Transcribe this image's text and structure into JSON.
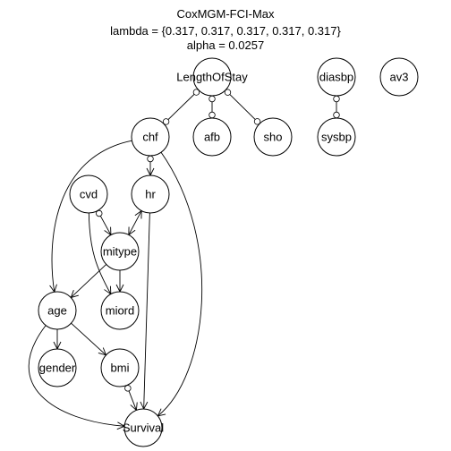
{
  "title": {
    "line1": "CoxMGM-FCI-Max",
    "line2": "lambda = {0.317, 0.317, 0.317, 0.317, 0.317}",
    "line3": "alpha = 0.0257"
  },
  "nodes": [
    {
      "id": "LengthOfStay",
      "label": "LengthOfStay"
    },
    {
      "id": "diasbp",
      "label": "diasbp"
    },
    {
      "id": "av3",
      "label": "av3"
    },
    {
      "id": "chf",
      "label": "chf"
    },
    {
      "id": "afb",
      "label": "afb"
    },
    {
      "id": "sho",
      "label": "sho"
    },
    {
      "id": "sysbp",
      "label": "sysbp"
    },
    {
      "id": "cvd",
      "label": "cvd"
    },
    {
      "id": "hr",
      "label": "hr"
    },
    {
      "id": "mitype",
      "label": "mitype"
    },
    {
      "id": "age",
      "label": "age"
    },
    {
      "id": "miord",
      "label": "miord"
    },
    {
      "id": "gender",
      "label": "gender"
    },
    {
      "id": "bmi",
      "label": "bmi"
    },
    {
      "id": "Survival",
      "label": "Survival"
    }
  ],
  "edges": [
    {
      "from": "LengthOfStay",
      "to": "chf",
      "from_mark": "circle",
      "to_mark": "circle"
    },
    {
      "from": "LengthOfStay",
      "to": "afb",
      "from_mark": "circle",
      "to_mark": "circle"
    },
    {
      "from": "LengthOfStay",
      "to": "sho",
      "from_mark": "circle",
      "to_mark": "circle"
    },
    {
      "from": "diasbp",
      "to": "sysbp",
      "from_mark": "circle",
      "to_mark": "circle"
    },
    {
      "from": "chf",
      "to": "hr",
      "from_mark": "circle",
      "to_mark": "arrow"
    },
    {
      "from": "chf",
      "to": "age",
      "from_mark": "none",
      "to_mark": "arrow"
    },
    {
      "from": "chf",
      "to": "Survival",
      "from_mark": "none",
      "to_mark": "arrow"
    },
    {
      "from": "cvd",
      "to": "mitype",
      "from_mark": "circle",
      "to_mark": "arrow"
    },
    {
      "from": "cvd",
      "to": "miord",
      "from_mark": "none",
      "to_mark": "arrow"
    },
    {
      "from": "hr",
      "to": "mitype",
      "from_mark": "arrow",
      "to_mark": "arrow"
    },
    {
      "from": "hr",
      "to": "Survival",
      "from_mark": "none",
      "to_mark": "arrow"
    },
    {
      "from": "mitype",
      "to": "age",
      "from_mark": "none",
      "to_mark": "arrow"
    },
    {
      "from": "mitype",
      "to": "miord",
      "from_mark": "none",
      "to_mark": "arrow"
    },
    {
      "from": "age",
      "to": "gender",
      "from_mark": "none",
      "to_mark": "arrow"
    },
    {
      "from": "age",
      "to": "bmi",
      "from_mark": "none",
      "to_mark": "arrow"
    },
    {
      "from": "age",
      "to": "Survival",
      "from_mark": "none",
      "to_mark": "arrow"
    },
    {
      "from": "bmi",
      "to": "Survival",
      "from_mark": "circle",
      "to_mark": "arrow"
    }
  ]
}
